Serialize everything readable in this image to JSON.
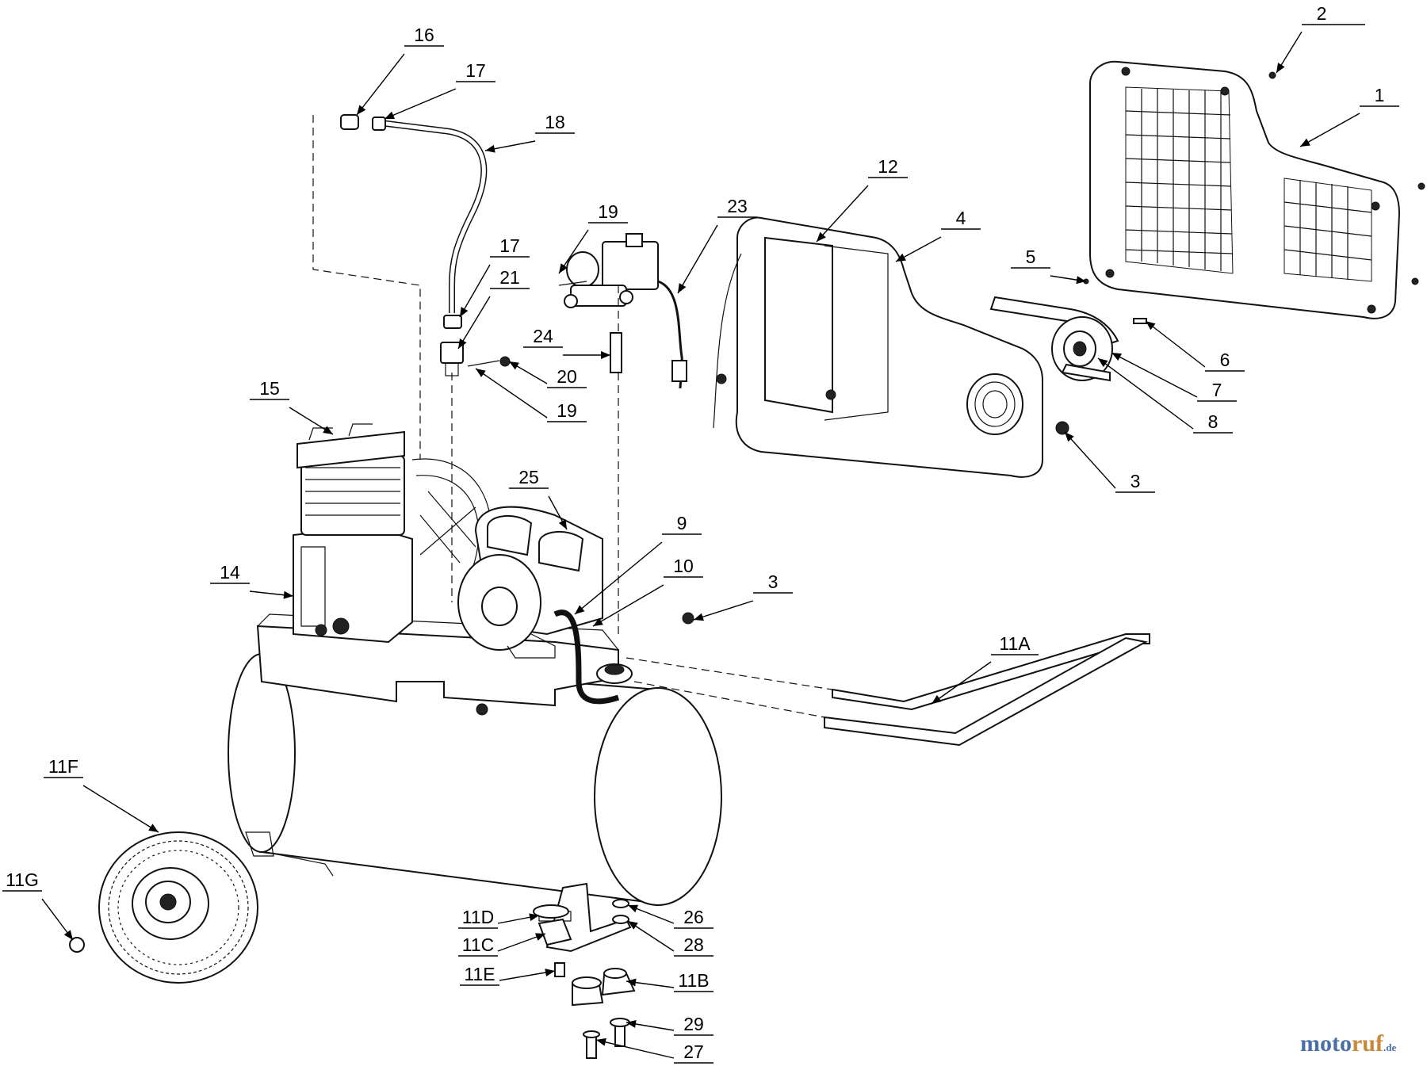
{
  "callouts": [
    {
      "id": "c16",
      "label": "16"
    },
    {
      "id": "c17a",
      "label": "17"
    },
    {
      "id": "c18",
      "label": "18"
    },
    {
      "id": "c19a",
      "label": "19"
    },
    {
      "id": "c23",
      "label": "23"
    },
    {
      "id": "c17b",
      "label": "17"
    },
    {
      "id": "c21",
      "label": "21"
    },
    {
      "id": "c24",
      "label": "24"
    },
    {
      "id": "c20",
      "label": "20"
    },
    {
      "id": "c19b",
      "label": "19"
    },
    {
      "id": "c12",
      "label": "12"
    },
    {
      "id": "c4",
      "label": "4"
    },
    {
      "id": "c2",
      "label": "2"
    },
    {
      "id": "c1",
      "label": "1"
    },
    {
      "id": "c5",
      "label": "5"
    },
    {
      "id": "c6",
      "label": "6"
    },
    {
      "id": "c7",
      "label": "7"
    },
    {
      "id": "c8",
      "label": "8"
    },
    {
      "id": "c3a",
      "label": "3"
    },
    {
      "id": "c15",
      "label": "15"
    },
    {
      "id": "c25",
      "label": "25"
    },
    {
      "id": "c9",
      "label": "9"
    },
    {
      "id": "c14",
      "label": "14"
    },
    {
      "id": "c10",
      "label": "10"
    },
    {
      "id": "c3b",
      "label": "3"
    },
    {
      "id": "c11A",
      "label": "11A"
    },
    {
      "id": "c11F",
      "label": "11F"
    },
    {
      "id": "c11G",
      "label": "11G"
    },
    {
      "id": "c11D",
      "label": "11D"
    },
    {
      "id": "c26",
      "label": "26"
    },
    {
      "id": "c11C",
      "label": "11C"
    },
    {
      "id": "c28",
      "label": "28"
    },
    {
      "id": "c11E",
      "label": "11E"
    },
    {
      "id": "c11B",
      "label": "11B"
    },
    {
      "id": "c29",
      "label": "29"
    },
    {
      "id": "c27",
      "label": "27"
    }
  ],
  "watermark": {
    "part1": "moto",
    "part2": "ruf",
    "part3": ".de"
  }
}
